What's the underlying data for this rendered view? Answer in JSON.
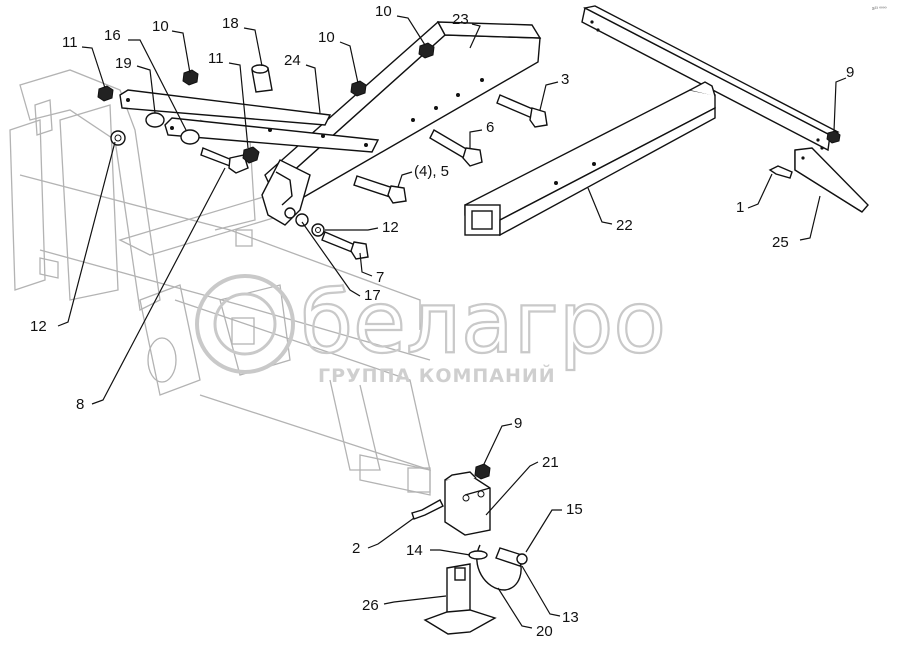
{
  "watermark": {
    "brand": "белагро",
    "subtitle": "ГРУППА КОМПАНИЙ"
  },
  "drawing_code": "s²³ ºººº",
  "callouts": [
    {
      "id": "c11a",
      "text": "11"
    },
    {
      "id": "c16",
      "text": "16"
    },
    {
      "id": "c10a",
      "text": "10"
    },
    {
      "id": "c18",
      "text": "18"
    },
    {
      "id": "c10b",
      "text": "10"
    },
    {
      "id": "c23",
      "text": "23"
    },
    {
      "id": "c19",
      "text": "19"
    },
    {
      "id": "c11b",
      "text": "11"
    },
    {
      "id": "c24",
      "text": "24"
    },
    {
      "id": "c10c",
      "text": "10"
    },
    {
      "id": "c3",
      "text": "3"
    },
    {
      "id": "c6",
      "text": "6"
    },
    {
      "id": "c45",
      "text": "(4), 5"
    },
    {
      "id": "c12a",
      "text": "12"
    },
    {
      "id": "c7",
      "text": "7"
    },
    {
      "id": "c17",
      "text": "17"
    },
    {
      "id": "c12b",
      "text": "12"
    },
    {
      "id": "c8",
      "text": "8"
    },
    {
      "id": "c9a",
      "text": "9"
    },
    {
      "id": "c1",
      "text": "1"
    },
    {
      "id": "c22",
      "text": "22"
    },
    {
      "id": "c25",
      "text": "25"
    },
    {
      "id": "c9b",
      "text": "9"
    },
    {
      "id": "c21",
      "text": "21"
    },
    {
      "id": "c15",
      "text": "15"
    },
    {
      "id": "c2",
      "text": "2"
    },
    {
      "id": "c14",
      "text": "14"
    },
    {
      "id": "c26",
      "text": "26"
    },
    {
      "id": "c13",
      "text": "13"
    },
    {
      "id": "c20",
      "text": "20"
    }
  ]
}
